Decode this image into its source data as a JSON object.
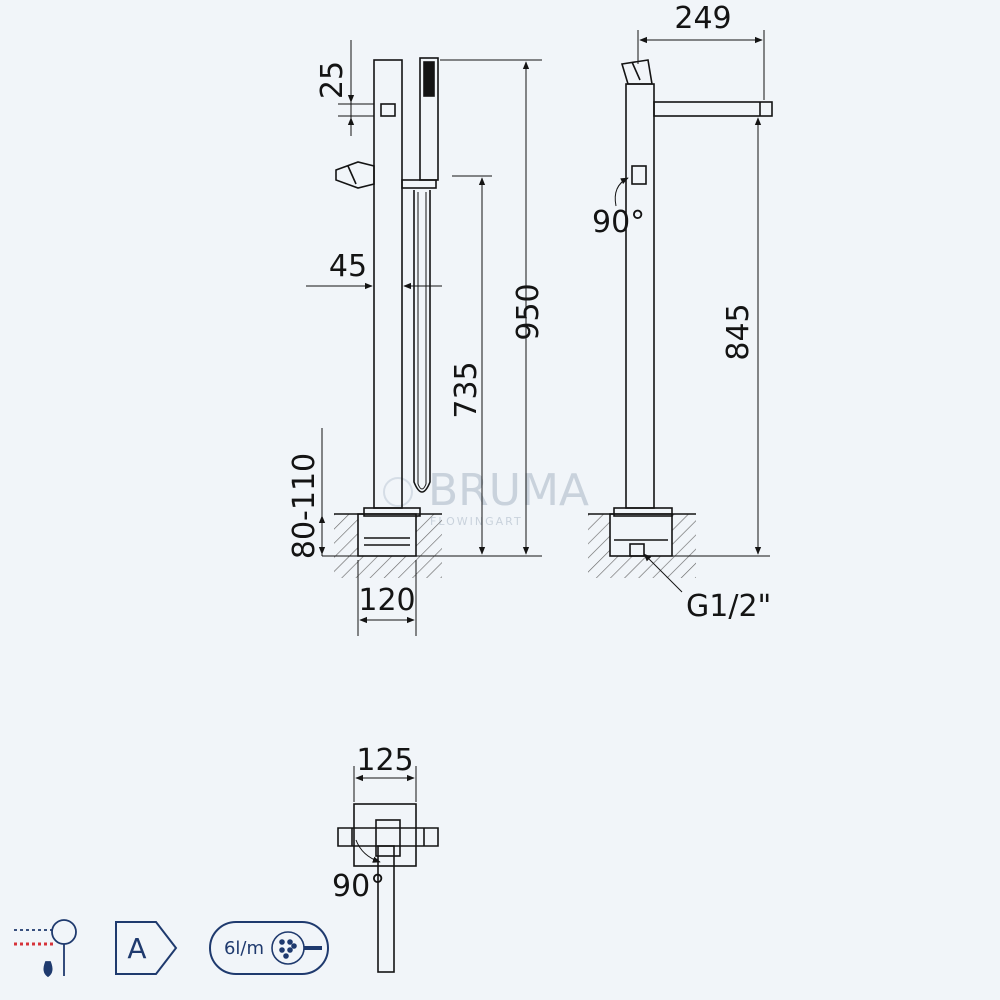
{
  "front_view": {
    "dim_height_total": "950",
    "dim_handshower_height": "735",
    "dim_top_offset": "25",
    "dim_gap": "45",
    "dim_floor_depth": "80-110",
    "dim_base_width": "120"
  },
  "side_view": {
    "dim_spout_reach": "249",
    "dim_spout_height": "845",
    "dim_rotation": "90°",
    "dim_connection": "G1/2\""
  },
  "top_view": {
    "dim_width": "125",
    "dim_rotation": "90°"
  },
  "watermark": {
    "brand": "BRUMA",
    "tagline": "FLOWINGART"
  },
  "badges": {
    "energy_class": "A",
    "flow_rate": "6l/m"
  },
  "icons": {
    "mixer": "thermostatic-mixer-icon",
    "energy": "energy-label-icon",
    "flow": "shower-head-flow-icon"
  },
  "colors": {
    "background": "#f1f5f9",
    "line": "#141414",
    "hatch": "#6b6b6b",
    "badge_blue": "#1f3a6e",
    "accent_red": "#d6333a"
  }
}
